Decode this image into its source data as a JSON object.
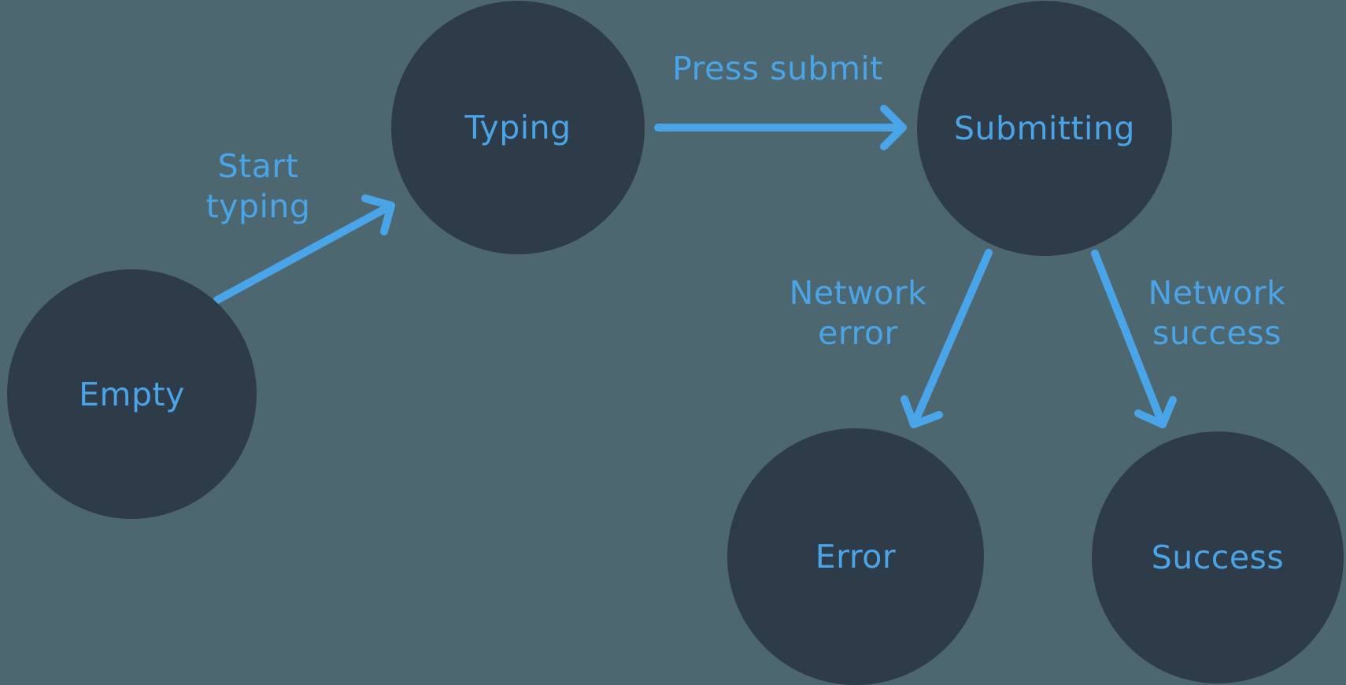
{
  "colors": {
    "background": "#4D6771",
    "node": "#2E3B48",
    "accent": "#4AA4E8"
  },
  "diagram": {
    "type": "state-machine",
    "nodes": [
      {
        "id": "empty",
        "label": "Empty"
      },
      {
        "id": "typing",
        "label": "Typing"
      },
      {
        "id": "submitting",
        "label": "Submitting"
      },
      {
        "id": "error",
        "label": "Error"
      },
      {
        "id": "success",
        "label": "Success"
      }
    ],
    "transitions": [
      {
        "from": "Empty",
        "to": "Typing",
        "label": "Start typing",
        "label_lines": [
          "Start",
          "typing"
        ]
      },
      {
        "from": "Typing",
        "to": "Submitting",
        "label": "Press submit",
        "label_lines": [
          "Press submit"
        ]
      },
      {
        "from": "Submitting",
        "to": "Error",
        "label": "Network error",
        "label_lines": [
          "Network",
          "error"
        ]
      },
      {
        "from": "Submitting",
        "to": "Success",
        "label": "Network success",
        "label_lines": [
          "Network",
          "success"
        ]
      }
    ]
  }
}
